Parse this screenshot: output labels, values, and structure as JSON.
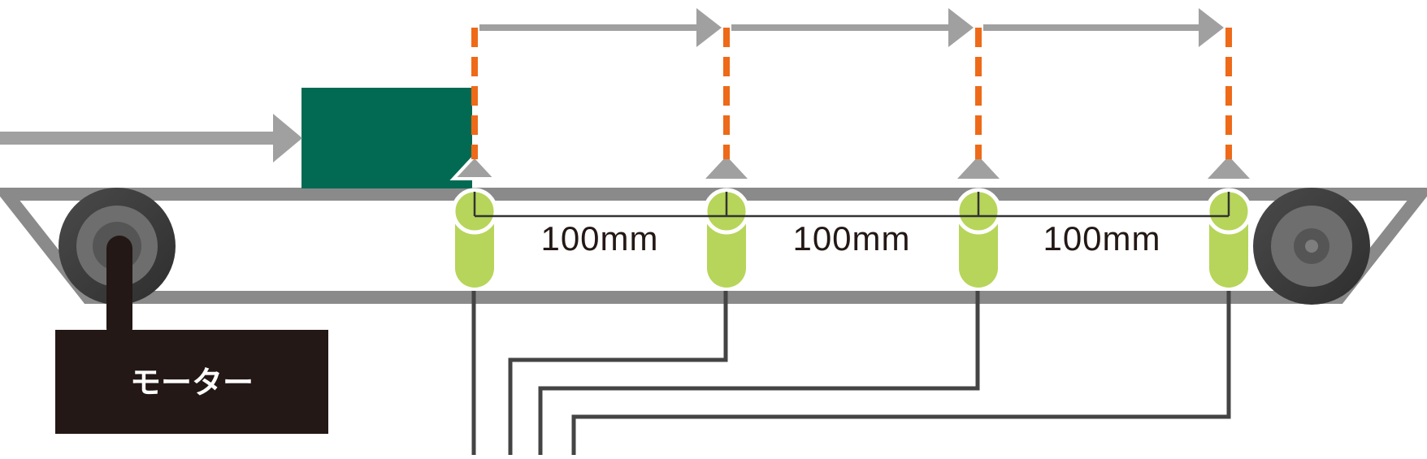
{
  "motor": {
    "label": "モーター"
  },
  "spacing": [
    {
      "label": "100mm"
    },
    {
      "label": "100mm"
    },
    {
      "label": "100mm"
    }
  ],
  "colors": {
    "belt": "#8a8a8a",
    "arrow": "#a0a0a0",
    "package": "#026a52",
    "sensor": "#b7d55a",
    "laser": "#ee6a18",
    "motor_box": "#231815",
    "wire": "#444444",
    "wheel_outer": "#3c3c3c",
    "wheel_inner": "#6e6e6e"
  }
}
